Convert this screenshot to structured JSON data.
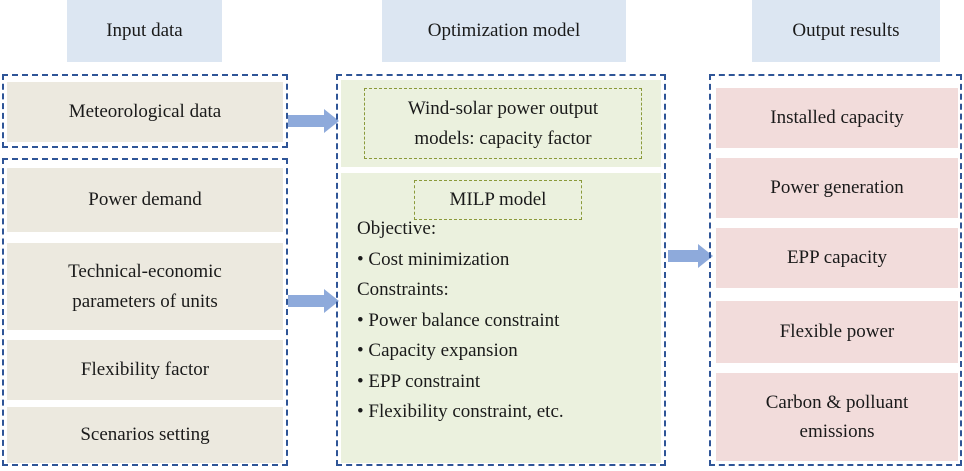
{
  "headers": {
    "input": "Input data",
    "model": "Optimization model",
    "output": "Output results"
  },
  "input": {
    "meteorological": "Meteorological data",
    "power_demand": "Power demand",
    "technical_economic": "Technical-economic parameters of units",
    "flexibility_factor": "Flexibility factor",
    "scenarios": "Scenarios setting"
  },
  "model": {
    "wind_solar": "Wind-solar power output models: capacity factor",
    "milp_title": "MILP model",
    "objective_label": "Objective:",
    "objectives": [
      "• Cost minimization"
    ],
    "constraints_label": "Constraints:",
    "constraints": [
      "• Power balance constraint",
      "• Capacity expansion",
      "• EPP constraint",
      "• Flexibility constraint, etc."
    ]
  },
  "output": {
    "items": [
      "Installed capacity",
      "Power generation",
      "EPP capacity",
      "Flexible power",
      "Carbon & polluant emissions"
    ]
  },
  "colors": {
    "header_bg": "#dce6f2",
    "input_bg": "#ece9df",
    "model_bg": "#ebf1de",
    "output_bg": "#f2dcdb",
    "dashed_border": "#2f5597",
    "arrow": "#8eaadb"
  }
}
